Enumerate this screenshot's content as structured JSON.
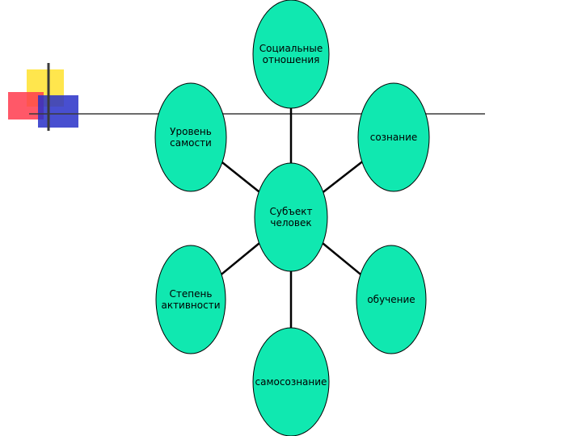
{
  "colors": {
    "node_fill": "#10e8b0",
    "node_stroke": "#000000",
    "connector": "#000000",
    "deco_yellow": "#ffe64d",
    "deco_red": "#ff3b4e",
    "deco_blue": "#2830c8",
    "deco_rule": "#3a3a3a"
  },
  "diagram": {
    "center": {
      "lines": [
        "Субъект",
        "человек"
      ]
    },
    "satellites": [
      {
        "id": "social",
        "lines": [
          "Социальные",
          "отношения"
        ]
      },
      {
        "id": "consciousness",
        "lines": [
          "сознание"
        ]
      },
      {
        "id": "learning",
        "lines": [
          "обучение"
        ]
      },
      {
        "id": "self-awareness",
        "lines": [
          "самосознание"
        ]
      },
      {
        "id": "activity",
        "lines": [
          "Степень",
          "активности"
        ]
      },
      {
        "id": "selfhood",
        "lines": [
          "Уровень",
          "самости"
        ]
      }
    ]
  }
}
